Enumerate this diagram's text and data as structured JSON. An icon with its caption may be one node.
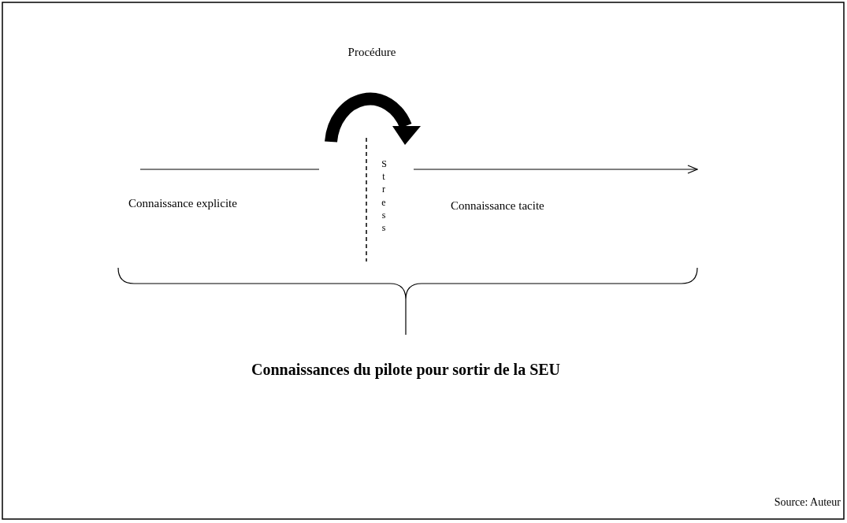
{
  "diagram": {
    "labels": [
      "Procédure",
      "Stress",
      "Connaissance explicite",
      "Connaissance tacite",
      "Connaissances du pilote pour sortir de la SEU",
      "Source: Auteur"
    ]
  }
}
